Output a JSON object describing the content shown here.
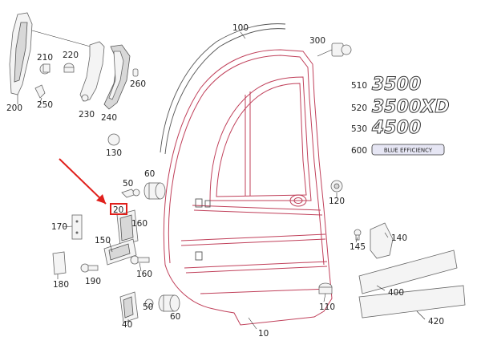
{
  "labels": {
    "p10": "10",
    "p20": "20",
    "p40": "40",
    "p50": "50",
    "p60a": "60",
    "p60b": "60",
    "p100": "100",
    "p110": "110",
    "p120": "120",
    "p130": "130",
    "p140": "140",
    "p145": "145",
    "p150": "150",
    "p160a": "160",
    "p160b": "160",
    "p170": "170",
    "p180": "180",
    "p190": "190",
    "p200": "200",
    "p210": "210",
    "p220": "220",
    "p230": "230",
    "p240": "240",
    "p250": "250",
    "p260": "260",
    "p300": "300",
    "p400": "400",
    "p420": "420",
    "p510": "510",
    "p520": "520",
    "p530": "530",
    "p600": "600"
  },
  "badges": {
    "b510": "3500",
    "b520": "3500XD",
    "b530": "4500",
    "b600": "BLUE EFFICIENCY"
  },
  "colors": {
    "highlight": "#e0201c",
    "door_outline": "#c0405a"
  }
}
